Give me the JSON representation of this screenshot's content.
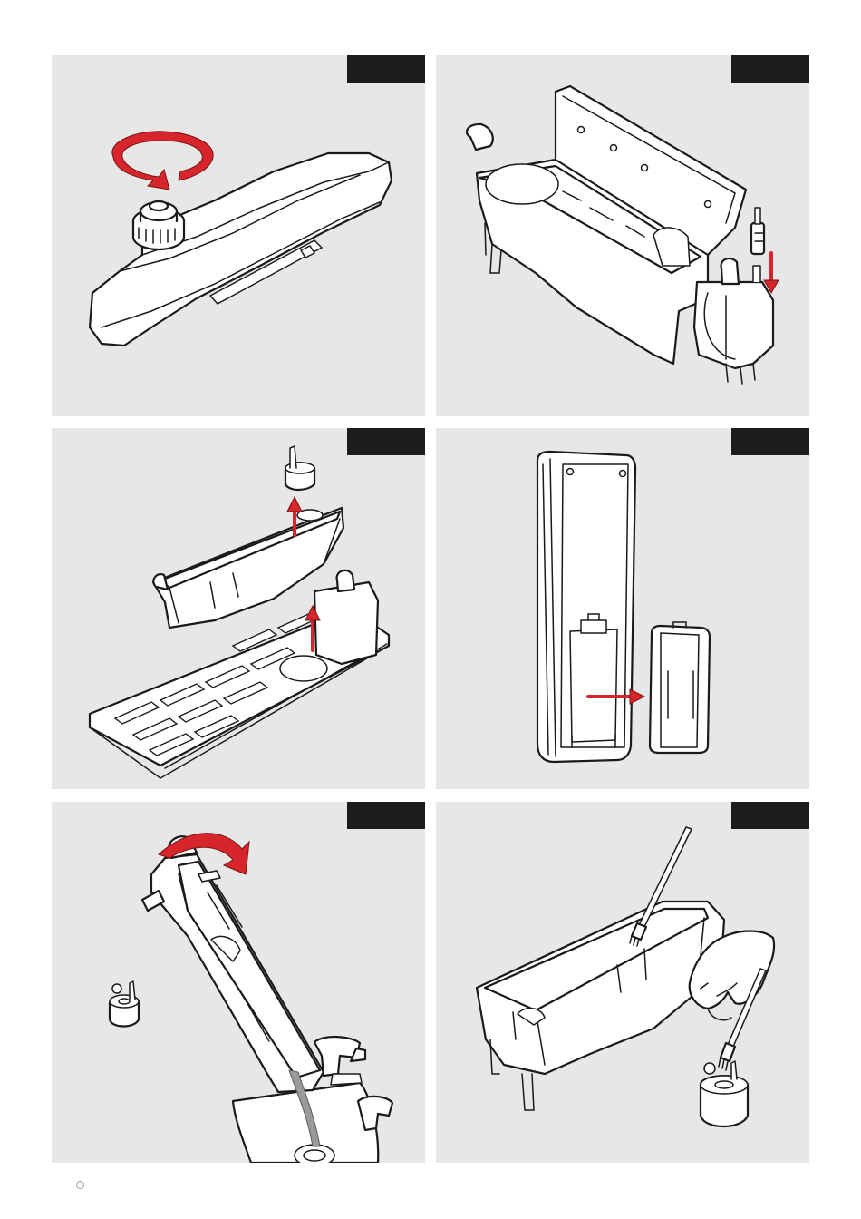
{
  "colors": {
    "panel_background": "#e7e7e7",
    "step_tab": "#1c1c1c",
    "arrow": "#d7262b",
    "line_art": "#1a1a1a"
  },
  "panels": [
    {
      "illustration": "tank-cap-rotate"
    },
    {
      "illustration": "tank-open-lid-valve-insert"
    },
    {
      "illustration": "container-lift-from-tray"
    },
    {
      "illustration": "remote-battery-cover-remove"
    },
    {
      "illustration": "tank-pour-into-sink"
    },
    {
      "illustration": "tank-brush-cleaning"
    }
  ]
}
